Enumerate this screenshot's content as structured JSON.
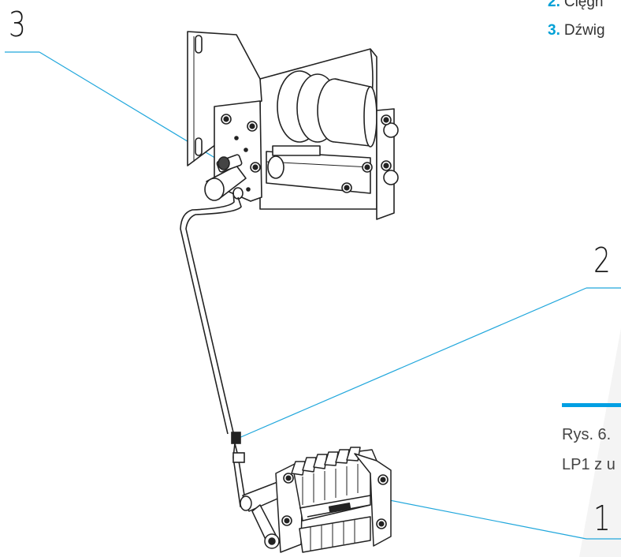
{
  "legend": [
    {
      "num": "2.",
      "text": "Cięgn"
    },
    {
      "num": "3.",
      "text": "Dźwig"
    }
  ],
  "callouts": [
    "3",
    "2",
    "1"
  ],
  "caption": {
    "line1": "Rys. 6.",
    "line2": "LP1 z u"
  },
  "colors": {
    "accent": "#009fe3",
    "leader_line": "#21a7dc",
    "drawing": "#222222"
  }
}
